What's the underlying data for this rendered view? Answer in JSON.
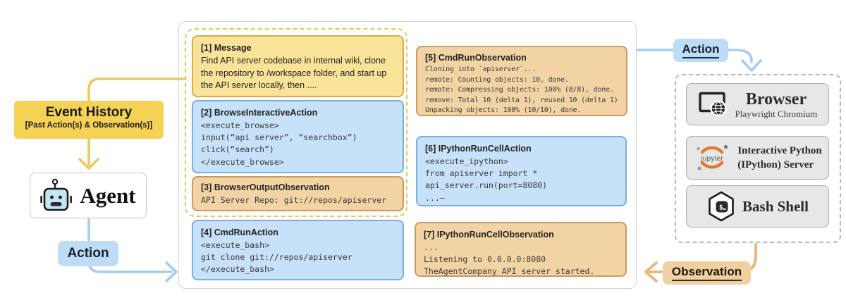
{
  "left": {
    "event_history_title": "Event History",
    "event_history_subtitle": "[Past Action(s) & Observation(s)]",
    "agent_icon": "robot-icon",
    "agent_label": "Agent",
    "action_label": "Action"
  },
  "events": {
    "b1": {
      "title": "[1] Message",
      "body": "Find API server codebase in internal wiki, clone the repository to /workspace folder, and start up the API server locally, then ...."
    },
    "b2": {
      "title": "[2] BrowseInteractiveAction",
      "code": "<execute_browse>\ninput(“api server”, “searchbox”)\nclick(“search”)\n</execute_browse>"
    },
    "b3": {
      "title": "[3] BrowserOutputObservation",
      "code": "API Server Repo: git://repos/apiserver"
    },
    "b4": {
      "title": "[4] CmdRunAction",
      "code": "<execute_bash>\ngit clone git://repos/apiserver\n</execute_bash>"
    },
    "b5": {
      "title": "[5] CmdRunObservation",
      "code": "Cloning into `apiserver`...\nremote: Counting objects: 10, done.\nremote: Compressing objects: 100% (8/8), done.\nremove: Total 10 (delta 1), reused 10 (delta 1)\nUnpacking objects: 100% (10/10), done."
    },
    "b6": {
      "title": "[6] IPythonRunCellAction",
      "code": "<execute_ipython>\nfrom apiserver import *\napi_server.run(port=8080)\n...—"
    },
    "b7": {
      "title": "[7] IPythonRunCellObservation",
      "code": "...\nListening to 0.0.0.0:8080\nTheAgentCompany API server started."
    }
  },
  "right": {
    "action_label": "Action",
    "observation_label": "Observation",
    "tools": [
      {
        "name": "Browser",
        "sub": "Playwright Chromium",
        "icon": "browser-globe-icon"
      },
      {
        "name": "Interactive Python\n(IPython) Server",
        "icon": "jupyter-icon"
      },
      {
        "name": "Bash Shell",
        "icon": "bash-shell-icon"
      }
    ]
  },
  "colors": {
    "message_yellow_fill": "#F8E398",
    "message_yellow_border": "#D8AC4B",
    "action_blue_fill": "#C6E1F8",
    "action_blue_border": "#79AEDF",
    "observation_orange_fill": "#F2D4A4",
    "observation_orange_border": "#C89B62",
    "event_history_label_yellow": "#F5D156",
    "label_blue": "#BFDCF6",
    "label_orange": "#F2CFA0",
    "arrow_yellow": "#EFC75B",
    "arrow_blue": "#A6CDF1",
    "arrow_orange": "#E6BA7C"
  }
}
